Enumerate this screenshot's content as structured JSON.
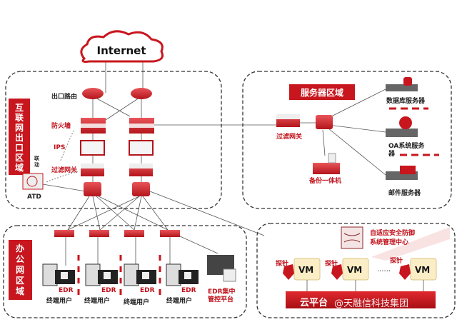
{
  "cloud": {
    "label": "Internet"
  },
  "internet_zone": {
    "title": [
      "互",
      "联",
      "网",
      "出",
      "口",
      "区",
      "域"
    ],
    "labels": {
      "router": "出口路由",
      "firewall": "防火墙",
      "ips": "IPS",
      "filter": "过滤网关",
      "linkage": [
        "联",
        "动"
      ],
      "atd": "ATD"
    }
  },
  "server_zone": {
    "title": "服务器区域",
    "filter": "过滤网关",
    "backup": "备份一体机",
    "db": "数据库服务器",
    "oa": [
      "OA系统服务",
      "器"
    ],
    "mail": "邮件服务器"
  },
  "office_zone": {
    "title": [
      "办",
      "公",
      "网",
      "区",
      "域"
    ],
    "terminals": [
      {
        "edr": "EDR",
        "label": "终端用户"
      },
      {
        "edr": "EDR",
        "label": "终端用户"
      },
      {
        "edr": "EDR",
        "label": "终端用户"
      },
      {
        "edr": "EDR",
        "label": "终端用户"
      }
    ],
    "edr_platform": [
      "EDR集中",
      "管控平台"
    ]
  },
  "cloud_zone": {
    "center": [
      "自适应安全防御",
      "系统管理中心"
    ],
    "probes": [
      {
        "probe": "探针",
        "vm": "VM"
      },
      {
        "probe": "探针",
        "vm": "VM"
      },
      {
        "probe": "探针",
        "vm": "VM"
      }
    ],
    "ellipsis": "......",
    "platform": "云平台",
    "watermark": "@天融信科技集团"
  },
  "colors": {
    "accent": "#c8161e",
    "device": "#d42a2f",
    "zone_border": "#333333"
  }
}
